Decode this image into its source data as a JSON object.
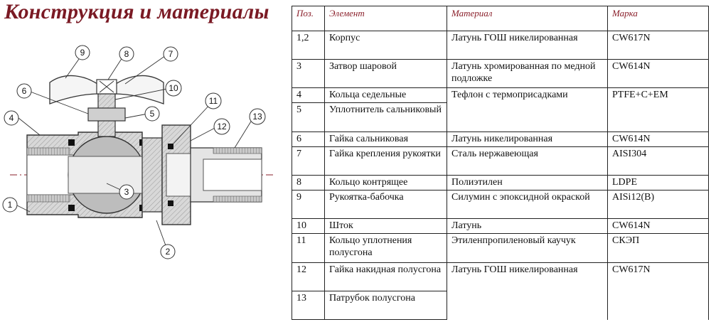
{
  "title": "Конструкция и материалы",
  "table": {
    "headers": [
      "Поз.",
      "Элемент",
      "Материал",
      "Марка"
    ],
    "rows": [
      {
        "pos": "1,2",
        "element": "Корпус",
        "material": "Латунь ГОШ никелированная",
        "mark": "CW617N"
      },
      {
        "pos": "3",
        "element": "Затвор шаровой",
        "material": "Латунь хромированная по медной подложке",
        "mark": "CW614N"
      },
      {
        "pos": "4",
        "element": "Кольца седельные",
        "material": "Тефлон с термоприсадками",
        "mark": "PTFE+C+EM"
      },
      {
        "pos": "5",
        "element": "Уплотнитель сальниковый",
        "material": "",
        "mark": ""
      },
      {
        "pos": "6",
        "element": "Гайка сальниковая",
        "material": "Латунь никелированная",
        "mark": "CW614N"
      },
      {
        "pos": "7",
        "element": "Гайка крепления рукоятки",
        "material": "Сталь нержавеющая",
        "mark": "AISI304"
      },
      {
        "pos": "8",
        "element": "Кольцо контрящее",
        "material": "Полиэтилен",
        "mark": "LDPE"
      },
      {
        "pos": "9",
        "element": "Рукоятка-бабочка",
        "material": "Силумин с эпоксидной окраской",
        "mark": "AISi12(B)"
      },
      {
        "pos": "10",
        "element": "Шток",
        "material": "Латунь",
        "mark": "CW614N"
      },
      {
        "pos": "11",
        "element": "Кольцо уплотнения полусгона",
        "material": "Этиленпропиленовый каучук",
        "mark": "СКЭП"
      },
      {
        "pos": "12",
        "element": "Гайка накидная полусгона",
        "material": "Латунь ГОШ никелированная",
        "mark": "CW617N"
      },
      {
        "pos": "13",
        "element": "Патрубок полусгона",
        "material": "",
        "mark": ""
      }
    ]
  },
  "diagram": {
    "callouts": [
      "1",
      "2",
      "3",
      "4",
      "5",
      "6",
      "7",
      "8",
      "9",
      "10",
      "11",
      "12",
      "13"
    ]
  }
}
